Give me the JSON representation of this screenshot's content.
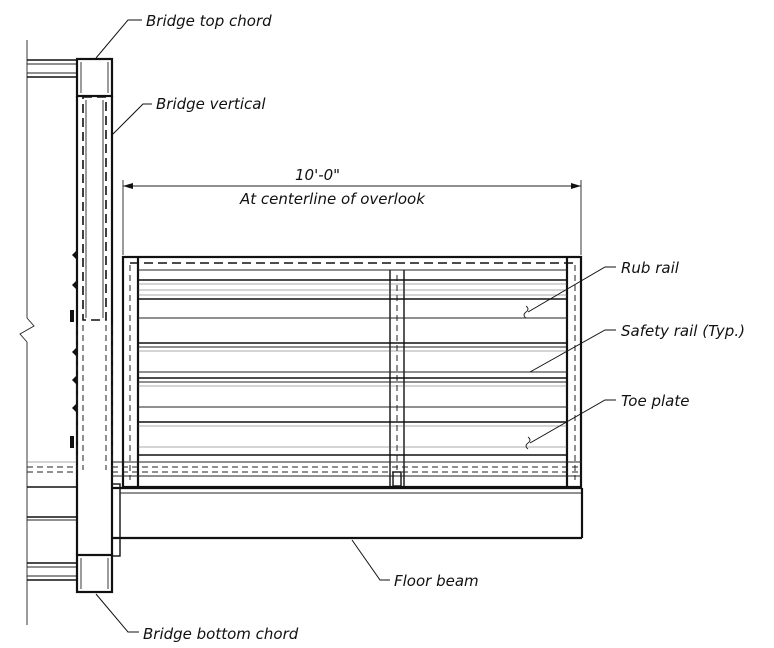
{
  "labels": {
    "top_chord": "Bridge top chord",
    "vertical": "Bridge vertical",
    "rub_rail": "Rub rail",
    "safety_rail": "Safety rail (Typ.)",
    "toe_plate": "Toe plate",
    "floor_beam": "Floor beam",
    "bottom_chord": "Bridge bottom chord"
  },
  "dimension": {
    "value": "10'-0\"",
    "note": "At centerline of overlook"
  }
}
